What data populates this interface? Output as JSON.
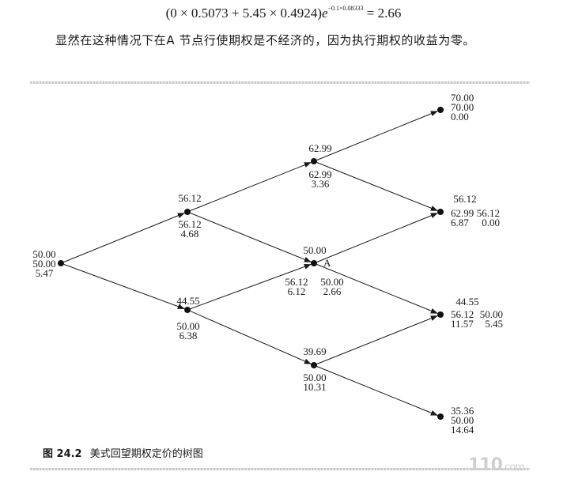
{
  "formula": {
    "left": "(0 × 0.5073 + 5.45 × 0.4924)",
    "base": "e",
    "exponent": "−0.1×0.08333",
    "result": "= 2.66"
  },
  "remark": "显然在这种情况下在A 节点行使期权是不经济的，因为执行期权的收益为零。",
  "figure": {
    "caption_num": "图 24.2",
    "caption_text": "美式回望期权定价的树图",
    "node_label": "A",
    "labels": [
      [
        "70.00",
        "70.00",
        "0.00"
      ],
      [
        "62.99"
      ],
      [
        "62.99",
        "3.36"
      ],
      [
        "56.12"
      ],
      [
        "56.12",
        "4.68"
      ],
      [
        "56.12"
      ],
      [
        "62.99",
        "6.87"
      ],
      [
        "56.12",
        "0.00"
      ],
      [
        "50.00",
        "50.00",
        "5.47"
      ],
      [
        "50.00"
      ],
      [
        "56.12",
        "6.12"
      ],
      [
        "50.00",
        "2.66"
      ],
      [
        "44.55"
      ],
      [
        "50.00",
        "6.38"
      ],
      [
        "44.55"
      ],
      [
        "56.12",
        "11.57"
      ],
      [
        "50.00",
        "5.45"
      ],
      [
        "39.69"
      ],
      [
        "50.00",
        "10.31"
      ],
      [
        "35.36",
        "50.00",
        "14.64"
      ]
    ]
  },
  "watermark": {
    "brand": "110",
    "suffix": ".com"
  }
}
